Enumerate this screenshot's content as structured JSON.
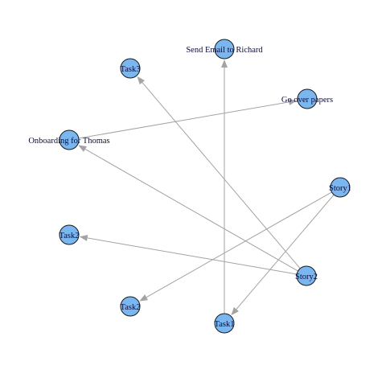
{
  "nodes": [
    {
      "id": "richard",
      "label": "Send Email to Richard"
    },
    {
      "id": "task3",
      "label": "Task3"
    },
    {
      "id": "papers",
      "label": "Go over papers"
    },
    {
      "id": "thomas",
      "label": "Onboarding for Thomas"
    },
    {
      "id": "story1",
      "label": "Story1"
    },
    {
      "id": "task2b",
      "label": "Task2"
    },
    {
      "id": "story2",
      "label": "Story2"
    },
    {
      "id": "task2",
      "label": "Task2"
    },
    {
      "id": "task1",
      "label": "Task1"
    }
  ],
  "edges": [
    {
      "from": "task1",
      "to": "richard"
    },
    {
      "from": "story2",
      "to": "task3"
    },
    {
      "from": "story2",
      "to": "thomas"
    },
    {
      "from": "story2",
      "to": "task2b"
    },
    {
      "from": "thomas",
      "to": "papers"
    },
    {
      "from": "story1",
      "to": "task2"
    },
    {
      "from": "story1",
      "to": "task1"
    }
  ],
  "colors": {
    "node_fill": "#7ab6f0",
    "node_stroke": "#1a1a1a",
    "edge": "#a3a3a3",
    "label": "#0b0b3a"
  }
}
